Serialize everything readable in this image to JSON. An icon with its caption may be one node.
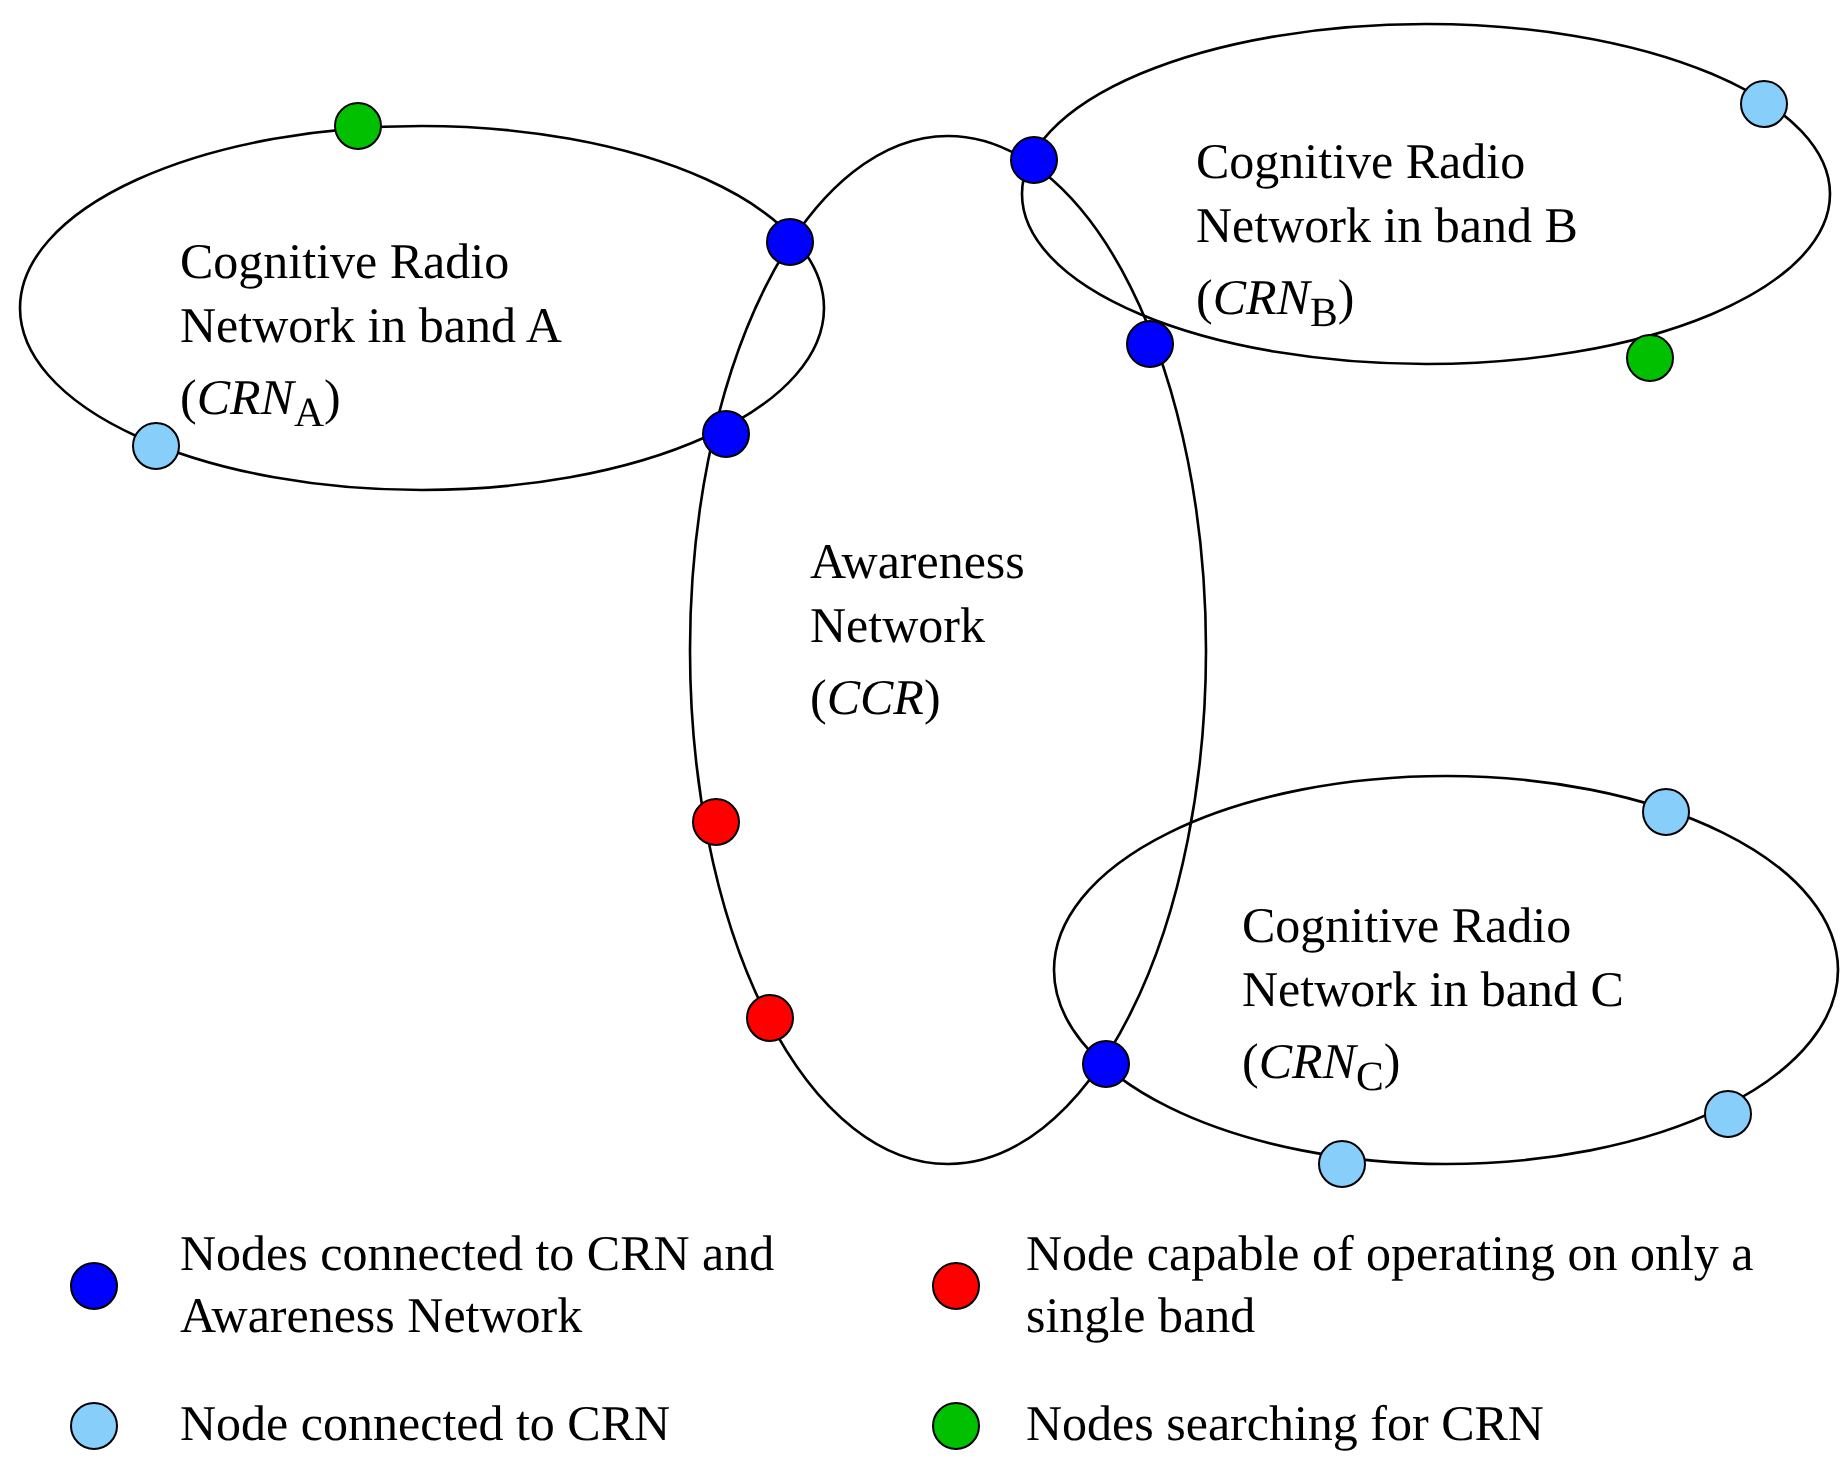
{
  "diagram": {
    "nodes": [
      {
        "text": [
          "Cognitive Radio Network in band A",
          "(*CRN*$_{A}$)"
        ]
      },
      {
        "text": [
          "Cognitive Radio Network in band B",
          "(*CRN*$_{B}$)"
        ]
      },
      {
        "text": [
          "Awareness Network",
          "(*CCR*)"
        ]
      },
      {
        "text": [
          "Cognitive Radio Network in band C",
          "(*CRN*$_{C}$)"
        ]
      }
    ],
    "legend": [
      {
        "text": "Nodes connected to CRN and Awareness Network",
        "color": "#0000ff"
      },
      {
        "text": "Node capable of operating on only a single band",
        "color": "#ff0000"
      },
      {
        "text": "Node connected to CRN",
        "color": "#87cefa"
      },
      {
        "text": "Nodes searching for CRN",
        "color": "#00c000"
      }
    ]
  }
}
